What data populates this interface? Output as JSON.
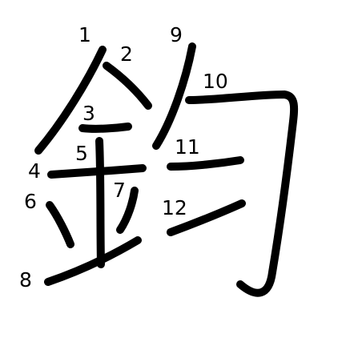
{
  "diagram": {
    "stroke_color": "#000000",
    "background_color": "#ffffff",
    "stroke_labels": [
      "1",
      "2",
      "3",
      "4",
      "5",
      "6",
      "7",
      "8",
      "9",
      "10",
      "11",
      "12"
    ]
  }
}
